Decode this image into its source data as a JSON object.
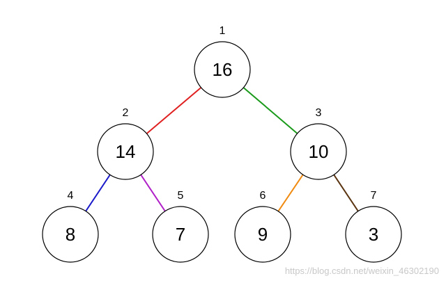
{
  "tree": {
    "nodes": [
      {
        "index": "1",
        "value": "16"
      },
      {
        "index": "2",
        "value": "14"
      },
      {
        "index": "3",
        "value": "10"
      },
      {
        "index": "4",
        "value": "8"
      },
      {
        "index": "5",
        "value": "7"
      },
      {
        "index": "6",
        "value": "9"
      },
      {
        "index": "7",
        "value": "3"
      }
    ],
    "edges": [
      {
        "from": "1",
        "to": "2",
        "color": "#e02020"
      },
      {
        "from": "1",
        "to": "3",
        "color": "#1a9a1a"
      },
      {
        "from": "2",
        "to": "4",
        "color": "#1a1aca"
      },
      {
        "from": "2",
        "to": "5",
        "color": "#b020c8"
      },
      {
        "from": "3",
        "to": "6",
        "color": "#f08a10"
      },
      {
        "from": "3",
        "to": "7",
        "color": "#5a3410"
      }
    ]
  },
  "watermark": "https://blog.csdn.net/weixin_46302190"
}
